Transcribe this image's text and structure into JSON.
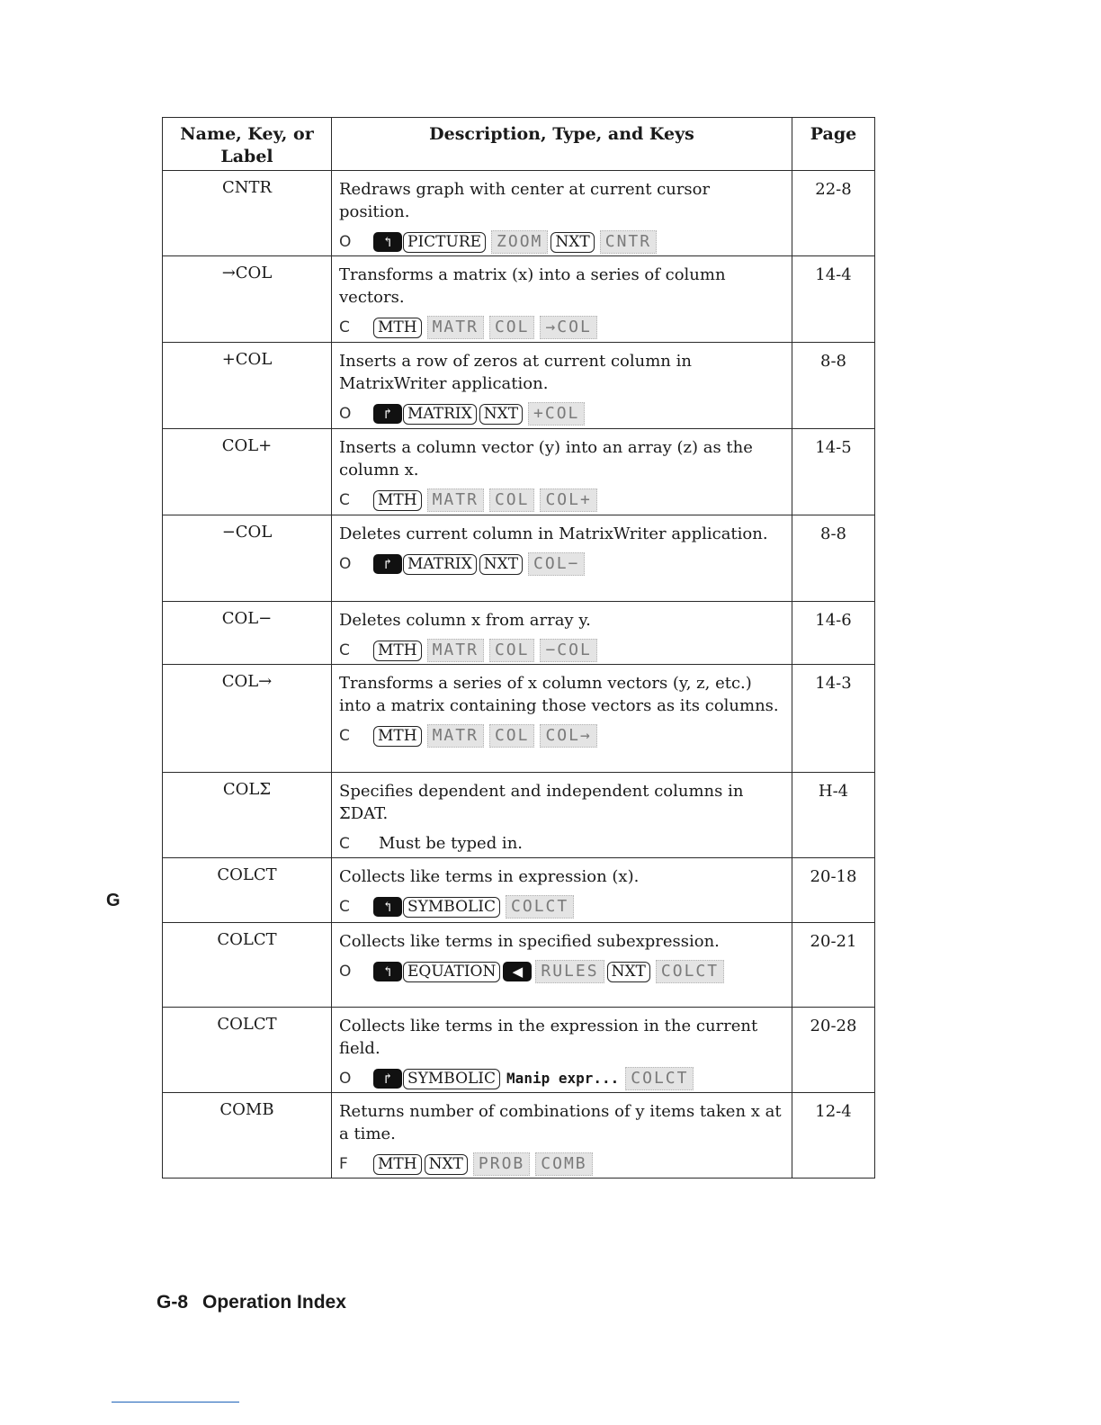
{
  "table": {
    "headers": {
      "name": "Name, Key, or Label",
      "desc": "Description, Type, and Keys",
      "page": "Page"
    },
    "rows": [
      {
        "name": "CNTR",
        "desc": "Redraws graph with center at current cursor position.",
        "page": "22-8",
        "cls": "O",
        "keys": [
          {
            "kind": "shift",
            "glyph": "↰",
            "icon": "left-shift-arrow-icon"
          },
          {
            "kind": "key",
            "label": "PICTURE"
          },
          {
            "kind": "menu",
            "label": "ZOOM"
          },
          {
            "kind": "key",
            "label": "NXT"
          },
          {
            "kind": "menu",
            "label": "CNTR"
          }
        ]
      },
      {
        "name": "→COL",
        "desc": "Transforms a matrix (x) into a series of column vectors.",
        "page": "14-4",
        "cls": "C",
        "keys": [
          {
            "kind": "key",
            "label": "MTH"
          },
          {
            "kind": "menu",
            "label": "MATR"
          },
          {
            "kind": "menu",
            "label": "COL"
          },
          {
            "kind": "menu",
            "label": "→COL"
          }
        ]
      },
      {
        "name": "+COL",
        "desc": "Inserts a row of zeros at current column in MatrixWriter application.",
        "page": "8-8",
        "cls": "O",
        "keys": [
          {
            "kind": "shift",
            "glyph": "↱",
            "icon": "right-shift-arrow-icon"
          },
          {
            "kind": "key",
            "label": "MATRIX"
          },
          {
            "kind": "key",
            "label": "NXT"
          },
          {
            "kind": "menu",
            "label": "+COL"
          }
        ]
      },
      {
        "name": "COL+",
        "desc": "Inserts a column vector (y) into an array (z) as the column x.",
        "page": "14-5",
        "cls": "C",
        "keys": [
          {
            "kind": "key",
            "label": "MTH"
          },
          {
            "kind": "menu",
            "label": "MATR"
          },
          {
            "kind": "menu",
            "label": "COL"
          },
          {
            "kind": "menu",
            "label": "COL+"
          }
        ]
      },
      {
        "name": "−COL",
        "desc": "Deletes current column in MatrixWriter application.",
        "page": "8-8",
        "cls": "O",
        "keys": [
          {
            "kind": "shift",
            "glyph": "↱",
            "icon": "right-shift-arrow-icon"
          },
          {
            "kind": "key",
            "label": "MATRIX"
          },
          {
            "kind": "key",
            "label": "NXT"
          },
          {
            "kind": "menu",
            "label": "COL−"
          }
        ]
      },
      {
        "name": "COL−",
        "desc": "Deletes column x from array y.",
        "page": "14-6",
        "cls": "C",
        "keys": [
          {
            "kind": "key",
            "label": "MTH"
          },
          {
            "kind": "menu",
            "label": "MATR"
          },
          {
            "kind": "menu",
            "label": "COL"
          },
          {
            "kind": "menu",
            "label": "−COL"
          }
        ]
      },
      {
        "name": "COL→",
        "desc": "Transforms a series of x column vectors (y, z, etc.) into a matrix containing those vectors as its columns.",
        "page": "14-3",
        "cls": "C",
        "keys": [
          {
            "kind": "key",
            "label": "MTH"
          },
          {
            "kind": "menu",
            "label": "MATR"
          },
          {
            "kind": "menu",
            "label": "COL"
          },
          {
            "kind": "menu",
            "label": "COL→"
          }
        ]
      },
      {
        "name": "COLΣ",
        "desc": "Specifies dependent and independent columns in ΣDAT.",
        "page": "H-4",
        "cls": "C",
        "keys": [
          {
            "kind": "text",
            "label": "Must be typed in."
          }
        ]
      },
      {
        "name": "COLCT",
        "desc": "Collects like terms in expression (x).",
        "page": "20-18",
        "cls": "C",
        "keys": [
          {
            "kind": "shift",
            "glyph": "↰",
            "icon": "left-shift-arrow-icon"
          },
          {
            "kind": "key",
            "label": "SYMBOLIC"
          },
          {
            "kind": "menu",
            "label": "COLCT"
          }
        ]
      },
      {
        "name": "COLCT",
        "desc": "Collects like terms in specified subexpression.",
        "page": "20-21",
        "cls": "O",
        "keys": [
          {
            "kind": "shift",
            "glyph": "↰",
            "icon": "left-shift-arrow-icon"
          },
          {
            "kind": "key",
            "label": "EQUATION"
          },
          {
            "kind": "shift",
            "glyph": "◀",
            "icon": "left-arrow-key-icon"
          },
          {
            "kind": "menu",
            "label": "RULES"
          },
          {
            "kind": "key",
            "label": "NXT"
          },
          {
            "kind": "menu",
            "label": "COLCT"
          }
        ]
      },
      {
        "name": "COLCT",
        "desc": "Collects like terms in the expression in the current field.",
        "page": "20-28",
        "cls": "O",
        "keys": [
          {
            "kind": "shift",
            "glyph": "↱",
            "icon": "right-shift-arrow-icon"
          },
          {
            "kind": "key",
            "label": "SYMBOLIC"
          },
          {
            "kind": "mono",
            "label": "Manip expr..."
          },
          {
            "kind": "menu",
            "label": "COLCT"
          }
        ]
      },
      {
        "name": "COMB",
        "desc": "Returns number of combinations of y items taken x at a time.",
        "page": "12-4",
        "cls": "F",
        "keys": [
          {
            "kind": "key",
            "label": "MTH"
          },
          {
            "kind": "key",
            "label": "NXT"
          },
          {
            "kind": "menu",
            "label": "PROB"
          },
          {
            "kind": "menu",
            "label": "COMB"
          }
        ]
      }
    ]
  },
  "margin_tab": "G",
  "footer": {
    "page_number": "G-8",
    "section": "Operation Index"
  }
}
